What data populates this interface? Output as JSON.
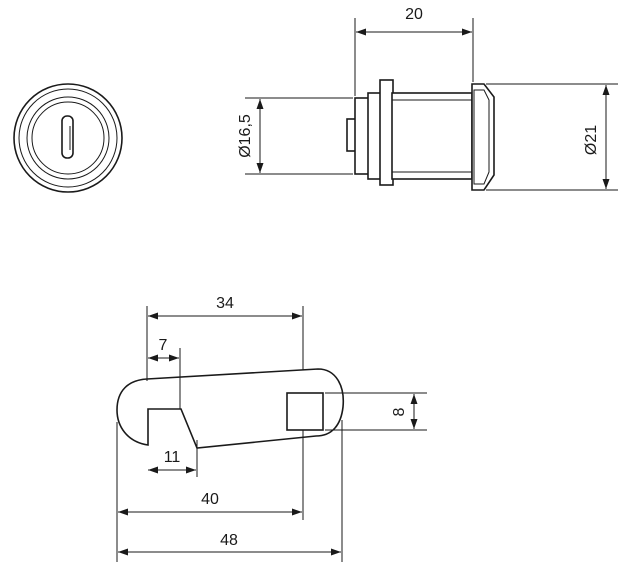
{
  "dimensions": {
    "top_width": "20",
    "inner_diameter": "Ø16,5",
    "outer_diameter": "Ø21",
    "cam_length": "34",
    "slot_offset": "7",
    "square_size": "8",
    "notch_width": "11",
    "overall_40": "40",
    "overall_48": "48"
  }
}
